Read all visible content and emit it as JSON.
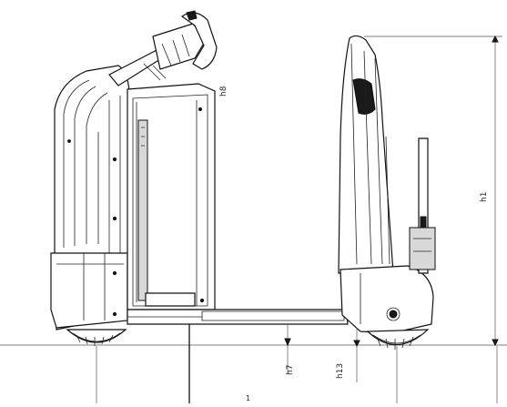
{
  "diagram": {
    "labels": {
      "h1": "h1",
      "h7": "h7",
      "h13": "h13",
      "h8": "h8",
      "bottom_marker": "1"
    }
  }
}
